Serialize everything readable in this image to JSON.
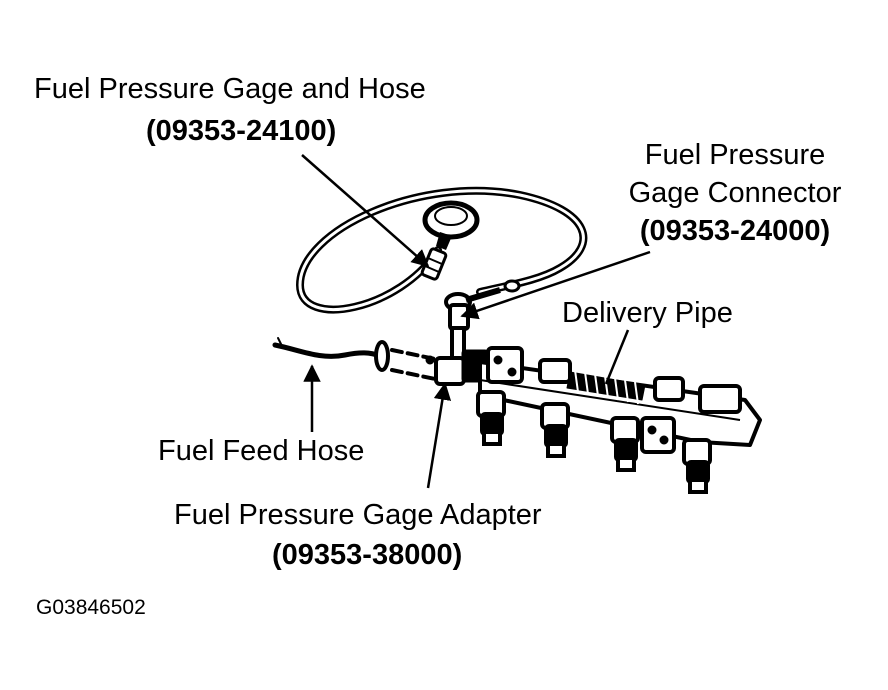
{
  "labels": {
    "gage_hose": {
      "name": "Fuel Pressure Gage and Hose",
      "part": "(09353-24100)"
    },
    "gage_connector": {
      "line1": "Fuel Pressure",
      "line2": "Gage Connector",
      "part": "(09353-24000)"
    },
    "delivery_pipe": "Delivery Pipe",
    "feed_hose": "Fuel Feed Hose",
    "gage_adapter": {
      "name": "Fuel Pressure Gage Adapter",
      "part": "(09353-38000)"
    }
  },
  "figure_id": "G03846502",
  "colors": {
    "ink": "#000000",
    "paper": "#ffffff"
  }
}
